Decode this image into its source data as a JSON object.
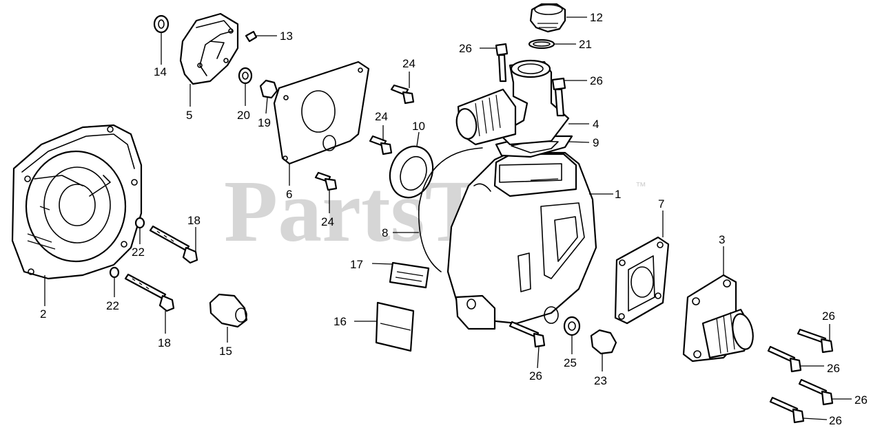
{
  "watermark": {
    "text": "PartsTree",
    "trademark": "™"
  },
  "callouts": [
    {
      "id": "c2",
      "label": "2"
    },
    {
      "id": "c5",
      "label": "5"
    },
    {
      "id": "c14",
      "label": "14"
    },
    {
      "id": "c13",
      "label": "13"
    },
    {
      "id": "c20",
      "label": "20"
    },
    {
      "id": "c19",
      "label": "19"
    },
    {
      "id": "c6",
      "label": "6"
    },
    {
      "id": "c22a",
      "label": "22"
    },
    {
      "id": "c22b",
      "label": "22"
    },
    {
      "id": "c18a",
      "label": "18"
    },
    {
      "id": "c18b",
      "label": "18"
    },
    {
      "id": "c15",
      "label": "15"
    },
    {
      "id": "c24a",
      "label": "24"
    },
    {
      "id": "c24b",
      "label": "24"
    },
    {
      "id": "c24c",
      "label": "24"
    },
    {
      "id": "c10",
      "label": "10"
    },
    {
      "id": "c8",
      "label": "8"
    },
    {
      "id": "c17",
      "label": "17"
    },
    {
      "id": "c16",
      "label": "16"
    },
    {
      "id": "c26a",
      "label": "26"
    },
    {
      "id": "c12",
      "label": "12"
    },
    {
      "id": "c21",
      "label": "21"
    },
    {
      "id": "c26b",
      "label": "26"
    },
    {
      "id": "c4",
      "label": "4"
    },
    {
      "id": "c9",
      "label": "9"
    },
    {
      "id": "c1",
      "label": "1"
    },
    {
      "id": "c7",
      "label": "7"
    },
    {
      "id": "c3",
      "label": "3"
    },
    {
      "id": "c26c",
      "label": "26"
    },
    {
      "id": "c25",
      "label": "25"
    },
    {
      "id": "c23",
      "label": "23"
    },
    {
      "id": "c26d",
      "label": "26"
    },
    {
      "id": "c26e",
      "label": "26"
    },
    {
      "id": "c26f",
      "label": "26"
    },
    {
      "id": "c26g",
      "label": "26"
    }
  ]
}
